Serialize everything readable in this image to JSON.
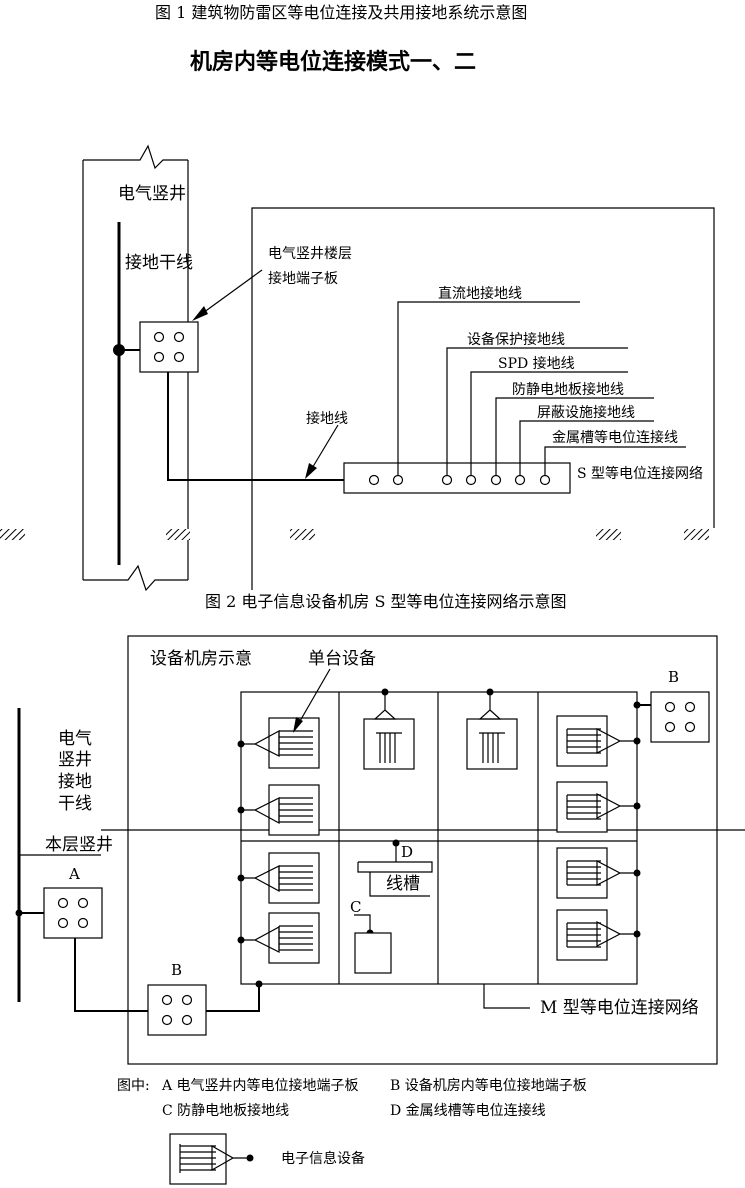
{
  "fig1": {
    "caption": "图 1  建筑物防雷区等电位连接及共用接地系统示意图",
    "title": "机房内等电位连接模式一、二",
    "shaft_label": "电气竖井",
    "trunk_label": "接地干线",
    "terminal_label_1": "电气竖井楼层",
    "terminal_label_2": "接地端子板",
    "ground_wire_label": "接地线",
    "lines": [
      "直流地接地线",
      "设备保护接地线",
      "SPD 接地线",
      "防静电地板接地线",
      "屏蔽设施接地线",
      "金属槽等电位连接线"
    ],
    "network_label": "S 型等电位连接网络"
  },
  "fig2": {
    "caption": "图 2 电子信息设备机房 S 型等电位连接网络示意图",
    "room_label": "设备机房示意",
    "single_device_label": "单台设备",
    "shaft_chars": [
      "电气",
      "竖井",
      "接地",
      "干线"
    ],
    "floor_shaft_label": "本层竖井",
    "label_A": "A",
    "label_B": "B",
    "label_C": "C",
    "label_D": "D",
    "trough_label": "线槽",
    "network_label": "M 型等电位连接网络"
  },
  "legend": {
    "prefix": "图中:",
    "A": "A  电气竖井内等电位接地端子板",
    "B": "B  设备机房内等电位接地端子板",
    "C": "C  防静电地板接地线",
    "D": "D  金属线槽等电位连接线",
    "device": "电子信息设备"
  }
}
